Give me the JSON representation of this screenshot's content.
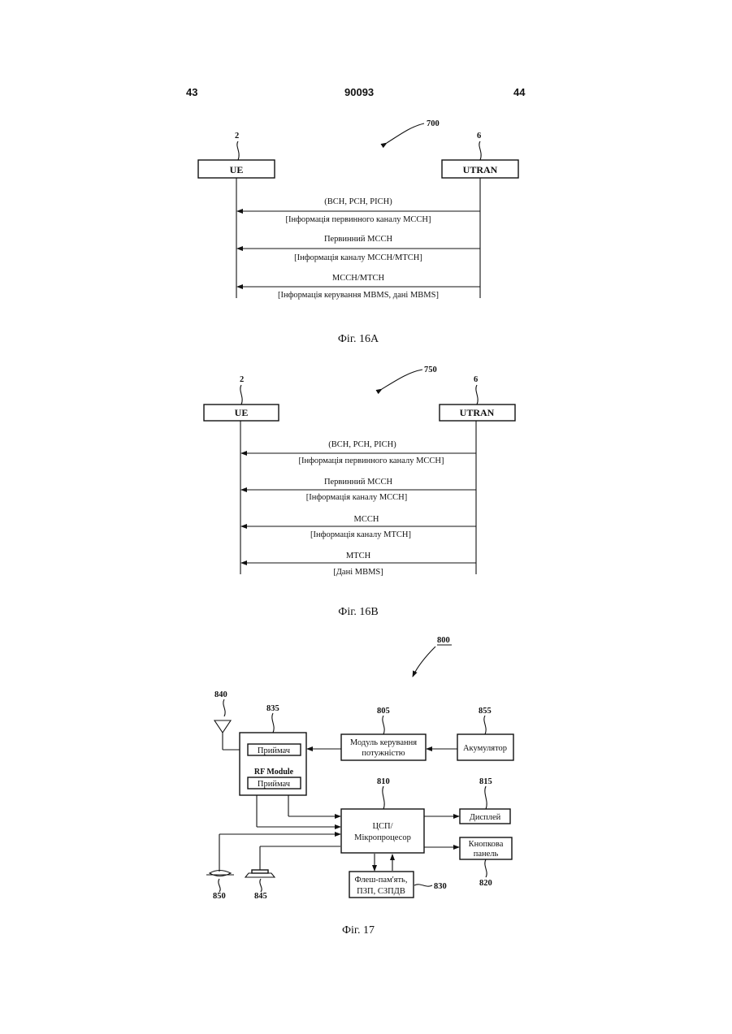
{
  "header": {
    "page_left": "43",
    "doc_number": "90093",
    "page_right": "44"
  },
  "fig16a": {
    "ref": "700",
    "ue_ref": "2",
    "utran_ref": "6",
    "ue_label": "UE",
    "utran_label": "UTRAN",
    "messages": [
      {
        "top": "(BCH, PCH, PICH)",
        "bottom": "[Інформація первинного каналу MCCH]"
      },
      {
        "top": "Первинний MCCH",
        "bottom": "[Інформація каналу MCCH/MTCH]"
      },
      {
        "top": "MCCH/MTCH",
        "bottom": "[Інформація керування MBMS, дані MBMS]"
      }
    ],
    "caption": "Фіг. 16A"
  },
  "fig16b": {
    "ref": "750",
    "ue_ref": "2",
    "utran_ref": "6",
    "ue_label": "UE",
    "utran_label": "UTRAN",
    "messages": [
      {
        "top": "(BCH, PCH, PICH)",
        "bottom": "[Інформація первинного каналу MCCH]"
      },
      {
        "top": "Первинний MCCH",
        "bottom": "[Інформація каналу MCCH]"
      },
      {
        "top": "MCCH",
        "bottom": "[Інформація каналу MTCH]"
      },
      {
        "top": "MTCH",
        "bottom": "[Дані MBMS]"
      }
    ],
    "caption": "Фіг. 16B"
  },
  "fig17": {
    "ref": "800",
    "rf_module": {
      "ref": "835",
      "label": "RF Module",
      "rx_top": "Приймач",
      "rx_bottom": "Приймач"
    },
    "antenna_ref": "840",
    "power_ctrl": {
      "ref": "805",
      "line1": "Модуль керування",
      "line2": "потужністю"
    },
    "battery": {
      "ref": "855",
      "label": "Акумулятор"
    },
    "dsp": {
      "ref": "810",
      "line1": "ЦСП/",
      "line2": "Мікропроцесор"
    },
    "display": {
      "ref": "815",
      "label": "Дисплей"
    },
    "keypad": {
      "ref": "820",
      "line1": "Кнопкова",
      "line2": "панель"
    },
    "memory": {
      "ref": "830",
      "line1": "Флеш-пам'ять,",
      "line2": "ПЗП, СЗПДВ"
    },
    "mic_ref": "850",
    "speaker_ref": "845",
    "caption": "Фіг. 17"
  }
}
